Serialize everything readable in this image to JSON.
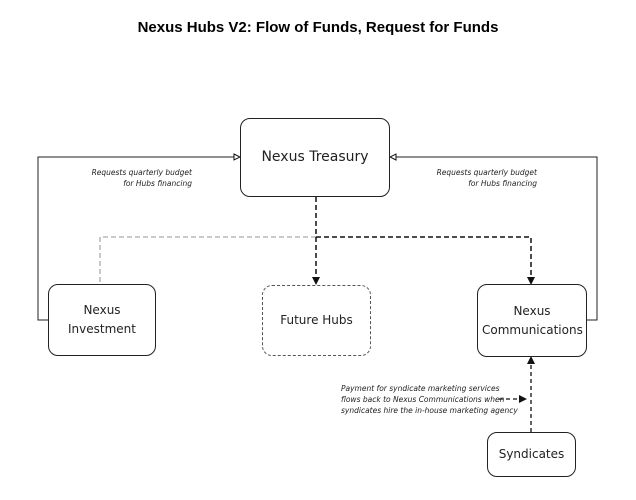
{
  "title": "Nexus Hubs V2: Flow of Funds, Request for Funds",
  "nodes": {
    "treasury": "Nexus Treasury",
    "investment": "Nexus Investment",
    "future_hubs": "Future Hubs",
    "communications": "Nexus Communications",
    "syndicates": "Syndicates"
  },
  "notes": {
    "left_request_line1": "Requests quarterly budget",
    "left_request_line2": "for Hubs financing",
    "right_request_line1": "Requests quarterly budget",
    "right_request_line2": "for Hubs financing",
    "payment_line1": "Payment for syndicate marketing services",
    "payment_line2": "flows back to Nexus Communications when",
    "payment_line3": "syndicates hire the in-house marketing agency"
  }
}
